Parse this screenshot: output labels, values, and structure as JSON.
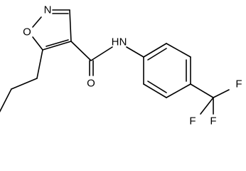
{
  "molecule": {
    "atoms": {
      "N_ring": "N",
      "O_ring": "O",
      "N_amide": "N",
      "H_amide": "H",
      "O_carbonyl": "O",
      "F1": "F",
      "F2": "F",
      "F3": "F"
    },
    "colors": {
      "bond": "#000000",
      "label": "#000000",
      "background": "#ffffff"
    }
  }
}
